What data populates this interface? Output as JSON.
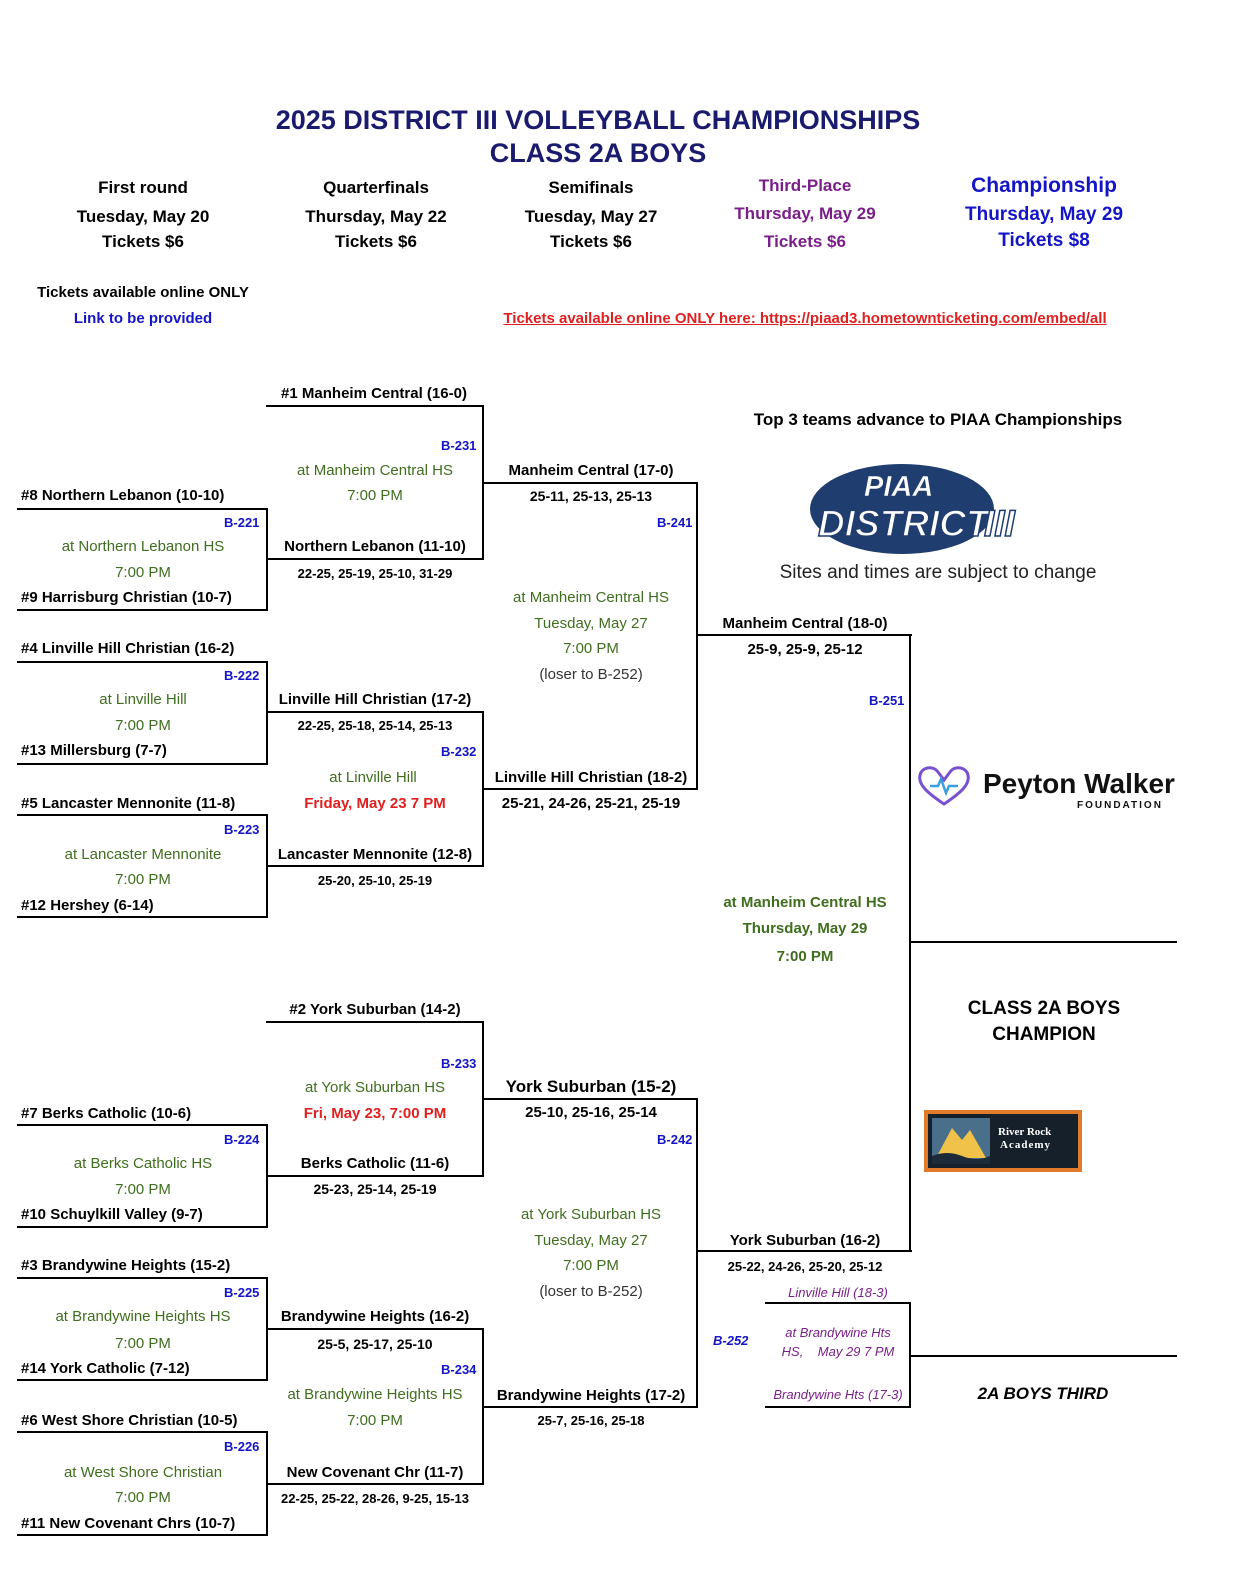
{
  "header": {
    "title": "2025 DISTRICT III VOLLEYBALL CHAMPIONSHIPS",
    "subtitle": "CLASS 2A BOYS"
  },
  "rounds": [
    {
      "name": "First round",
      "date": "Tuesday, May 20",
      "tickets": "Tickets $6"
    },
    {
      "name": "Quarterfinals",
      "date": "Thursday, May 22",
      "tickets": "Tickets $6"
    },
    {
      "name": "Semifinals",
      "date": "Tuesday, May 27",
      "tickets": "Tickets $6"
    },
    {
      "name": "Third-Place",
      "date": "Thursday, May 29",
      "tickets": "Tickets $6"
    },
    {
      "name": "Championship",
      "date": "Thursday, May 29",
      "tickets": "Tickets $8"
    }
  ],
  "tickets_note": "Tickets available online ONLY",
  "link_note": "Link to be provided",
  "tickets_link": "Tickets available online ONLY here: https://piaad3.hometownticketing.com/embed/all",
  "advance_note": "Top 3 teams advance to PIAA Championships",
  "logo": {
    "line1": "PIAA",
    "line2": "DISTRICT",
    "line3": "III"
  },
  "change_note": "Sites and times are subject to change",
  "sponsors": {
    "peyton_name": "Peyton Walker",
    "peyton_sub": "FOUNDATION",
    "river1": "River Rock",
    "river2": "Academy"
  },
  "champion_label": {
    "line1": "CLASS 2A BOYS",
    "line2": "CHAMPION"
  },
  "third_label": "2A BOYS THIRD",
  "first_round": [
    {
      "top": "#8 Northern Lebanon (10-10)",
      "game": "B-221",
      "site": "at Northern Lebanon HS",
      "time": "7:00 PM",
      "bottom": "#9 Harrisburg Christian (10-7)"
    },
    {
      "top": "#4 Linville Hill Christian (16-2)",
      "game": "B-222",
      "site": "at Linville Hill",
      "time": "7:00 PM",
      "bottom": "#13 Millersburg (7-7)"
    },
    {
      "top": "#5 Lancaster Mennonite (11-8)",
      "game": "B-223",
      "site": "at Lancaster Mennonite",
      "time": "7:00 PM",
      "bottom": "#12 Hershey (6-14)"
    },
    {
      "top": "#7 Berks Catholic (10-6)",
      "game": "B-224",
      "site": "at Berks Catholic HS",
      "time": "7:00 PM",
      "bottom": "#10 Schuylkill Valley (9-7)"
    },
    {
      "top": "#3 Brandywine Heights (15-2)",
      "game": "B-225",
      "site": "at Brandywine Heights HS",
      "time": "7:00 PM",
      "bottom": "#14 York Catholic (7-12)"
    },
    {
      "top": "#6 West Shore Christian (10-5)",
      "game": "B-226",
      "site": "at West Shore Christian",
      "time": "7:00 PM",
      "bottom": "#11 New Covenant Chrs (10-7)"
    }
  ],
  "quarterfinals": [
    {
      "top": "#1 Manheim Central (16-0)",
      "game": "B-231",
      "site": "at Manheim Central HS",
      "time": "7:00 PM",
      "bottom": "Northern Lebanon (11-10)",
      "bottom_score": "22-25, 25-19, 25-10, 31-29"
    },
    {
      "top": "Linville Hill Christian (17-2)",
      "top_score": "22-25, 25-18, 25-14, 25-13",
      "game": "B-232",
      "site": "at Linville Hill",
      "time": "Friday, May 23 7 PM",
      "bottom": "Lancaster Mennonite (12-8)",
      "bottom_score": "25-20, 25-10, 25-19"
    },
    {
      "top": "#2 York Suburban (14-2)",
      "game": "B-233",
      "site": "at York Suburban HS",
      "time": "Fri, May 23, 7:00 PM",
      "bottom": "Berks Catholic (11-6)",
      "bottom_score": "25-23, 25-14, 25-19"
    },
    {
      "top": "Brandywine Heights (16-2)",
      "top_score": "25-5, 25-17, 25-10",
      "game": "B-234",
      "site": "at Brandywine Heights HS",
      "time": "7:00 PM",
      "bottom": "New Covenant Chr (11-7)",
      "bottom_score": "22-25, 25-22, 28-26, 9-25, 15-13"
    }
  ],
  "semifinals": [
    {
      "top": "Manheim Central (17-0)",
      "top_score": "25-11, 25-13, 25-13",
      "game": "B-241",
      "site": "at Manheim Central HS",
      "date": "Tuesday, May 27",
      "time": "7:00 PM",
      "note": "(loser to B-252)",
      "bottom": "Linville Hill Christian (18-2)",
      "bottom_score": "25-21, 24-26, 25-21, 25-19"
    },
    {
      "top": "York Suburban (15-2)",
      "top_score": "25-10, 25-16, 25-14",
      "game": "B-242",
      "site": "at York Suburban HS",
      "date": "Tuesday, May 27",
      "time": "7:00 PM",
      "note": "(loser to B-252)",
      "bottom": "Brandywine Heights (17-2)",
      "bottom_score": "25-7, 25-16, 25-18"
    }
  ],
  "final": {
    "top": "Manheim Central (18-0)",
    "top_score": "25-9, 25-9, 25-12",
    "game": "B-251",
    "site": "at Manheim Central HS",
    "date": "Thursday, May 29",
    "time": "7:00 PM",
    "bottom": "York Suburban (16-2)",
    "bottom_score": "25-22, 24-26, 25-20, 25-12"
  },
  "third_place": {
    "game": "B-252",
    "top": "Linville Hill (18-3)",
    "site1": "at Brandywine Hts",
    "site2": "HS,    May 29 7 PM",
    "bottom": "Brandywine Hts (17-3)"
  },
  "colors": {
    "title": "#1a1a6e",
    "blue": "#1515c8",
    "purple": "#7a1f8a",
    "green": "#3f6e1e",
    "red": "#e02020"
  }
}
